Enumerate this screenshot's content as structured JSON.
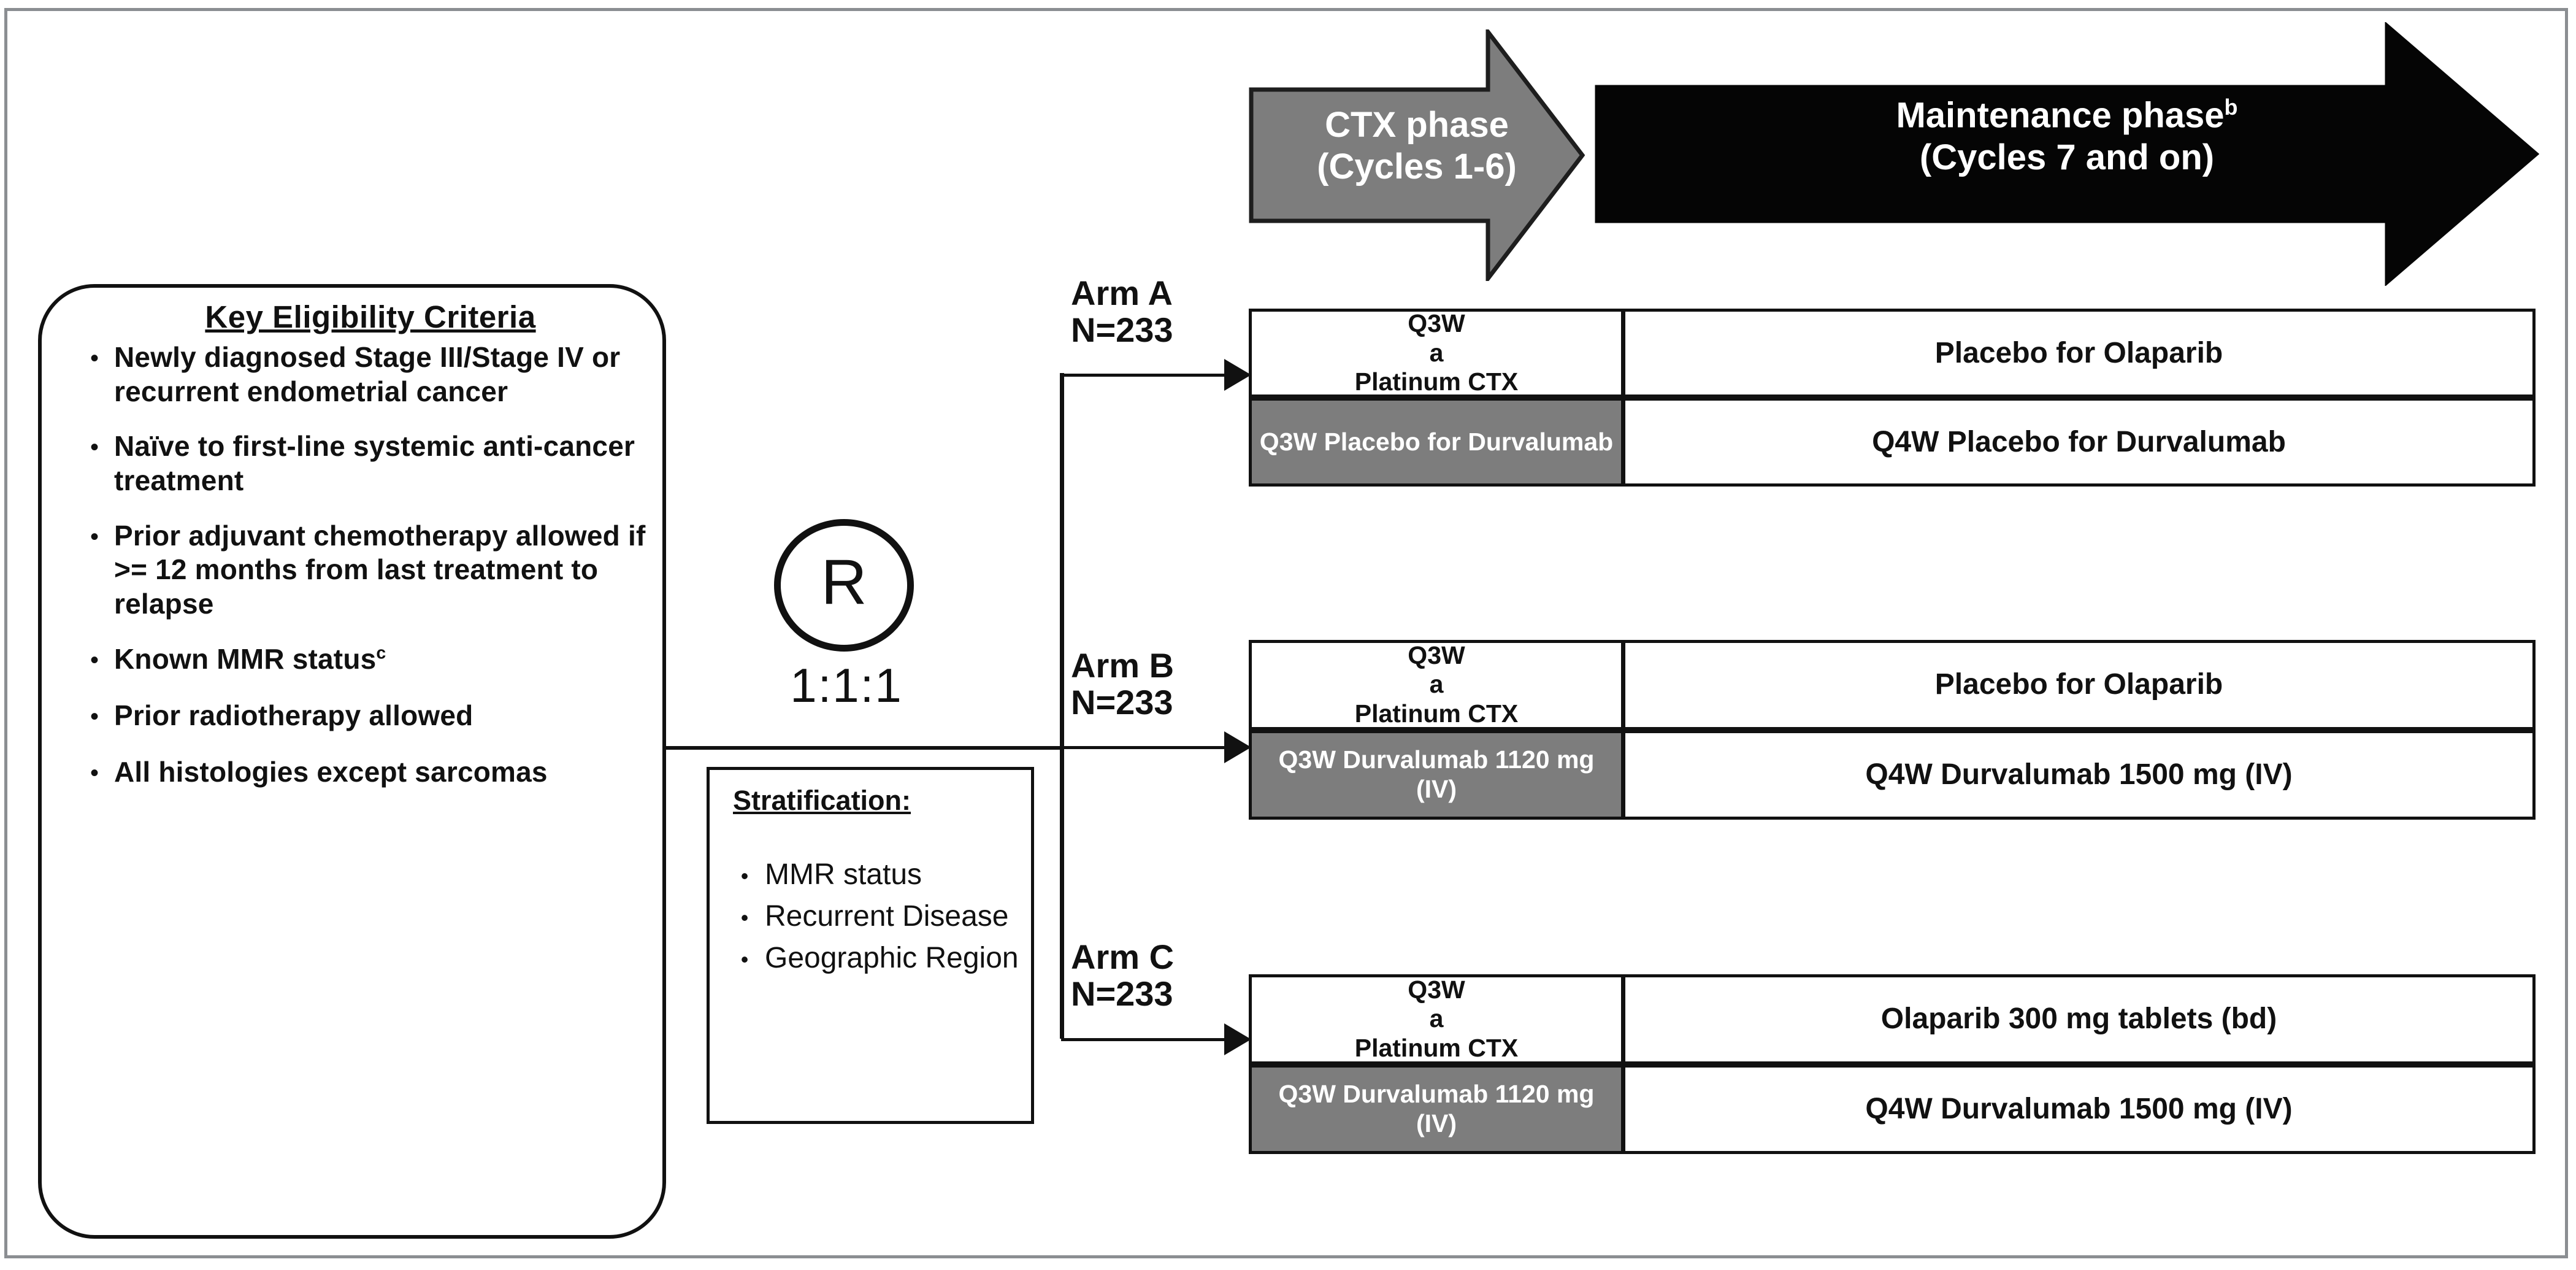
{
  "phases": {
    "ctx": {
      "name": "CTX phase",
      "cycles": "(Cycles 1-6)",
      "color": "#7d7d7d"
    },
    "maintenance": {
      "name": "Maintenance phase",
      "superscript": "b",
      "cycles": "(Cycles 7 and on)",
      "color": "#000000"
    }
  },
  "eligibility": {
    "title": "Key Eligibility  Criteria",
    "bullet": "•",
    "items": [
      "Newly diagnosed Stage III/Stage IV or recurrent endometrial cancer",
      "Naïve to first-line systemic anti-cancer treatment",
      "Prior adjuvant chemotherapy allowed if >= 12 months from last treatment to relapse",
      "Known MMR status",
      "Prior radiotherapy allowed",
      "All histologies except sarcomas"
    ],
    "item_superscripts": [
      "",
      "",
      "",
      "c",
      "",
      ""
    ]
  },
  "randomization": {
    "letter": "R",
    "ratio": "1:1:1"
  },
  "stratification": {
    "title": "Stratification:",
    "bullet": "•",
    "items": [
      "MMR status",
      "Recurrent Disease",
      "Geographic Region"
    ]
  },
  "arms": [
    {
      "id": "a",
      "label": "Arm A\nN=233",
      "name": "Arm A",
      "n": "N=233",
      "ctx_top": "Q3W",
      "ctx_top_sup": "a",
      "ctx_top_rest": " Platinum CTX",
      "ctx_bottom": "Q3W Placebo for Durvalumab",
      "maintenance_top": "Placebo for Olaparib",
      "maintenance_bottom": "Q4W Placebo for Durvalumab"
    },
    {
      "id": "b",
      "label": "Arm B\nN=233",
      "name": "Arm B",
      "n": "N=233",
      "ctx_top": "Q3W",
      "ctx_top_sup": "a",
      "ctx_top_rest": " Platinum CTX",
      "ctx_bottom": "Q3W Durvalumab 1120 mg (IV)",
      "maintenance_top": "Placebo for Olaparib",
      "maintenance_bottom": "Q4W Durvalumab 1500 mg (IV)"
    },
    {
      "id": "c",
      "label": "Arm C\nN=233",
      "name": "Arm C",
      "n": "N=233",
      "ctx_top": "Q3W",
      "ctx_top_sup": "a",
      "ctx_top_rest": " Platinum CTX",
      "ctx_bottom": "Q3W Durvalumab 1120 mg (IV)",
      "maintenance_top": "Olaparib 300 mg tablets (bd)",
      "maintenance_bottom": "Q4W Durvalumab 1500 mg (IV)"
    }
  ]
}
